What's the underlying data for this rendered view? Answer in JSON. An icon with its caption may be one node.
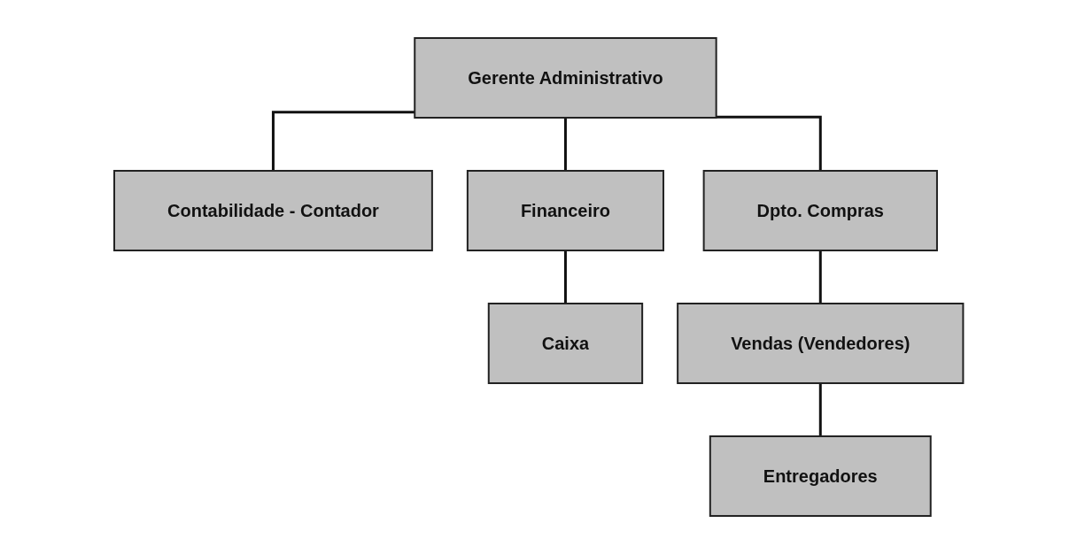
{
  "diagram": {
    "nodes": [
      {
        "text": [
          "Gerente Administrativo"
        ]
      },
      {
        "text": [
          "Contabilidade - Contador"
        ]
      },
      {
        "text": [
          "Financeiro"
        ]
      },
      {
        "text": [
          "Dpto. Compras"
        ]
      },
      {
        "text": [
          "Caixa"
        ]
      },
      {
        "text": [
          "Vendas (Vendedores)"
        ]
      },
      {
        "text": [
          "Entregadores"
        ]
      }
    ],
    "edges": [
      {
        "from": 0,
        "to": 1,
        "arrow": "none"
      },
      {
        "from": 0,
        "to": 2,
        "arrow": "none"
      },
      {
        "from": 0,
        "to": 3,
        "arrow": "none"
      },
      {
        "from": 2,
        "to": 4,
        "arrow": "none"
      },
      {
        "from": 3,
        "to": 5,
        "arrow": "none"
      },
      {
        "from": 5,
        "to": 6,
        "arrow": "none"
      }
    ]
  }
}
